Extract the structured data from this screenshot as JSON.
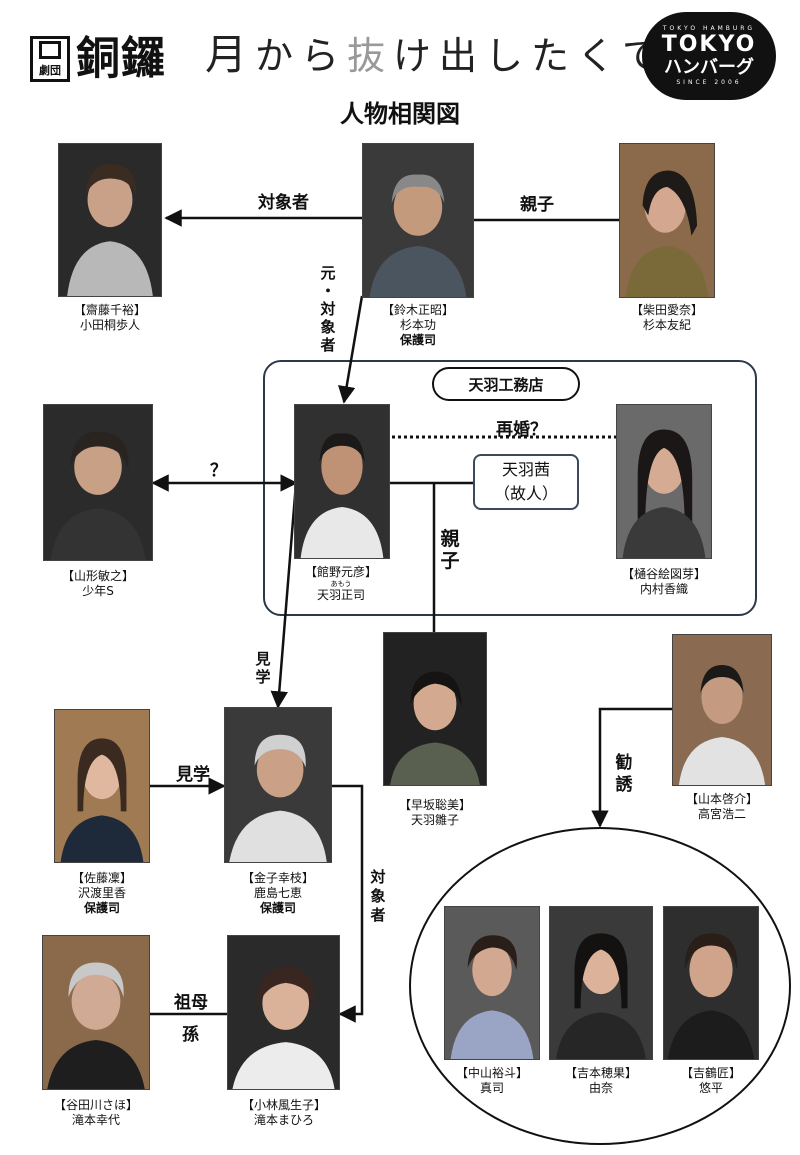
{
  "header": {
    "troupe_small": "劇団",
    "troupe_name": "銅鑼",
    "play_title_moon": "月",
    "play_title_1": "から",
    "play_title_2": "抜",
    "play_title_3": "け出したくて",
    "subtitle": "人物相関図",
    "tokyo_top": "TOKYO HAMBURG",
    "tokyo_1": "TOKYO",
    "tokyo_2": "ハンバーグ",
    "tokyo_bottom": "SINCE 2006"
  },
  "colors": {
    "line": "#111111",
    "box_border": "#2b3a4a",
    "photo_bg": "#3a3a3a"
  },
  "groups": {
    "company": "天羽工務店",
    "deceased_name": "天羽茜",
    "deceased_note": "（故人）"
  },
  "relations": {
    "subject": "対象者",
    "parent_child": "親子",
    "former_subject_1": "元",
    "former_subject_2": "・",
    "former_subject_3": "対",
    "former_subject_4": "象",
    "former_subject_5": "者",
    "remarriage": "再婚？",
    "question": "？",
    "pc_v1": "親",
    "pc_v2": "子",
    "visit": "見学",
    "visit_v1": "見",
    "visit_v2": "学",
    "subject_v1": "対",
    "subject_v2": "象",
    "subject_v3": "者",
    "recruit_v1": "勧",
    "recruit_v2": "誘",
    "grandmother": "祖母",
    "grandchild": "孫"
  },
  "people": {
    "saito": {
      "actor": "【齋藤千裕】",
      "role": "小田桐歩人"
    },
    "suzuki": {
      "actor": "【鈴木正昭】",
      "role": "杉本功",
      "badge": "保護司"
    },
    "shibata": {
      "actor": "【柴田愛奈】",
      "role": "杉本友紀"
    },
    "yamagata": {
      "actor": "【山形敏之】",
      "role": "少年S"
    },
    "tateno": {
      "actor": "【館野元彦】",
      "ruby": "あもう",
      "role": "天羽正司"
    },
    "hiuchiya": {
      "actor": "【樋谷絵図芽】",
      "role": "内村香織"
    },
    "hayasaka": {
      "actor": "【早坂聡美】",
      "role": "天羽雛子"
    },
    "yamamoto": {
      "actor": "【山本啓介】",
      "role": "高宮浩二"
    },
    "sato": {
      "actor": "【佐藤凜】",
      "role": "沢渡里香",
      "badge": "保護司"
    },
    "kaneko": {
      "actor": "【金子幸枝】",
      "role": "鹿島七恵",
      "badge": "保護司"
    },
    "tanigawa": {
      "actor": "【谷田川さほ】",
      "role": "滝本幸代"
    },
    "kobayashi": {
      "actor": "【小林風生子】",
      "role": "滝本まひろ"
    },
    "nakayama": {
      "actor": "【中山裕斗】",
      "role": "真司"
    },
    "yoshimoto": {
      "actor": "【吉本穂果】",
      "role": "由奈"
    },
    "yoshizuru": {
      "actor": "【吉鶴匠】",
      "role": "悠平"
    }
  }
}
